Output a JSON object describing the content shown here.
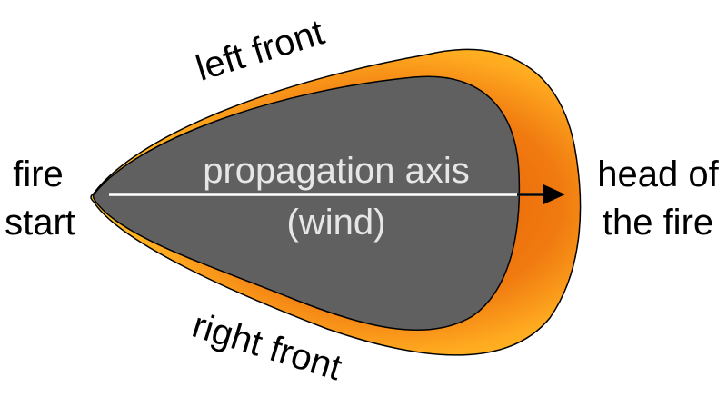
{
  "labels": {
    "fire_start_line1": "fire",
    "fire_start_line2": "start",
    "head_line1": "head of",
    "head_line2": "the fire",
    "left_front": "left front",
    "right_front": "right front",
    "axis_line1": "propagation axis",
    "axis_line2": "(wind)"
  },
  "colors": {
    "burned_area": "#606060",
    "front_orange": "#f07a10",
    "front_yellow": "#ffc020",
    "outline": "#000000",
    "axis_line": "#ffffff",
    "axis_arrow": "#000000",
    "axis_text": "#e6e6e6",
    "text": "#000000"
  }
}
